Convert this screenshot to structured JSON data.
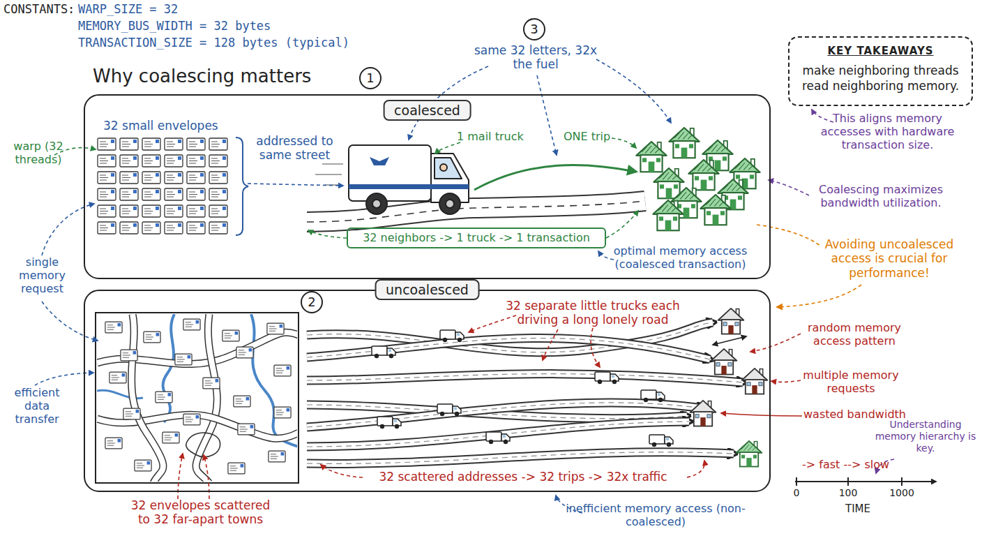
{
  "diagram": {
    "title": "Why coalescing matters",
    "nodes": [
      {
        "text": [
          "coalesced"
        ]
      },
      {
        "text": [
          "32 neighbors -> 1 truck -> 1 transaction"
        ],
        "in": 0
      },
      {
        "text": [
          "uncoalesced"
        ]
      },
      {
        "text": [
          "KEY TAKEAWAYS",
          "make neighboring threads read neighboring memory."
        ]
      }
    ],
    "labels": [
      "CONSTANTS:",
      "WARP_SIZE = 32",
      "MEMORY_BUS_WIDTH = 32 bytes",
      "TRANSACTION_SIZE = 128 bytes (typical)",
      "1",
      "2",
      "3",
      "32 small envelopes",
      "addressed to same street",
      "1 mail truck",
      "ONE trip",
      "optimal memory access (coalesced transaction)",
      "same 32 letters, 32x the fuel",
      "warp (32 threads)",
      "single memory request",
      "efficient data transfer",
      "This aligns memory accesses with hardware transaction size.",
      "Coalescing maximizes bandwidth utilization.",
      "Avoiding uncoalesced access is crucial for performance!",
      "32 separate little trucks each driving a long lonely road",
      "random memory access pattern",
      "multiple memory requests",
      "wasted bandwidth",
      "32 scattered addresses -> 32 trips -> 32x traffic",
      "32 envelopes scattered to 32 far-apart towns",
      "inefficient memory access (non-coalesced)",
      "Understanding memory hierarchy is key.",
      "-> fast --> slow",
      "0",
      "100",
      "1000",
      "TIME"
    ]
  }
}
